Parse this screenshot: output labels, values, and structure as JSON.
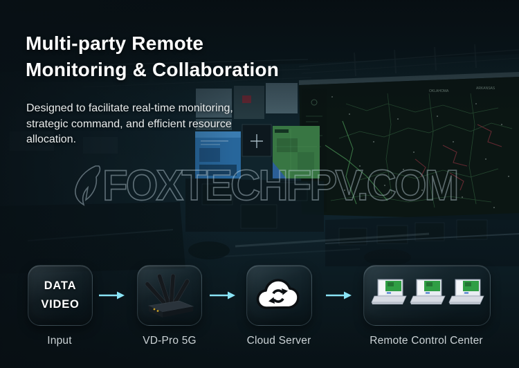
{
  "header": {
    "title_line1": "Multi-party Remote",
    "title_line2": "Monitoring & Collaboration",
    "subtitle_line1": "Designed to facilitate real-time monitoring,",
    "subtitle_line2": "strategic command, and efficient resource",
    "subtitle_line3": "allocation."
  },
  "watermark": {
    "text": "FOXTECHFPV.COM"
  },
  "background": {
    "map_label_left": "OKLAHOMA",
    "map_label_right": "ARKANSAS"
  },
  "flow": {
    "arrow_color": "#8ae4f6",
    "input_card": {
      "line1": "DATA",
      "line2": "VIDEO"
    },
    "steps": [
      {
        "label": "Input"
      },
      {
        "label": "VD-Pro 5G"
      },
      {
        "label": "Cloud Server"
      },
      {
        "label": "Remote Control Center"
      }
    ]
  },
  "colors": {
    "background": "#0d1a20",
    "title_text": "#ffffff",
    "subtitle_text": "#e9ecec",
    "label_text": "#ccd3d6",
    "arrow": "#8ae4f6",
    "cloud_fill": "#ffffff",
    "cloud_outline": "#0b0f12",
    "map_screen_green": "#35633c",
    "dashboard_blue": "#2a6aa4",
    "map_tile_green": "#3d7c42"
  }
}
